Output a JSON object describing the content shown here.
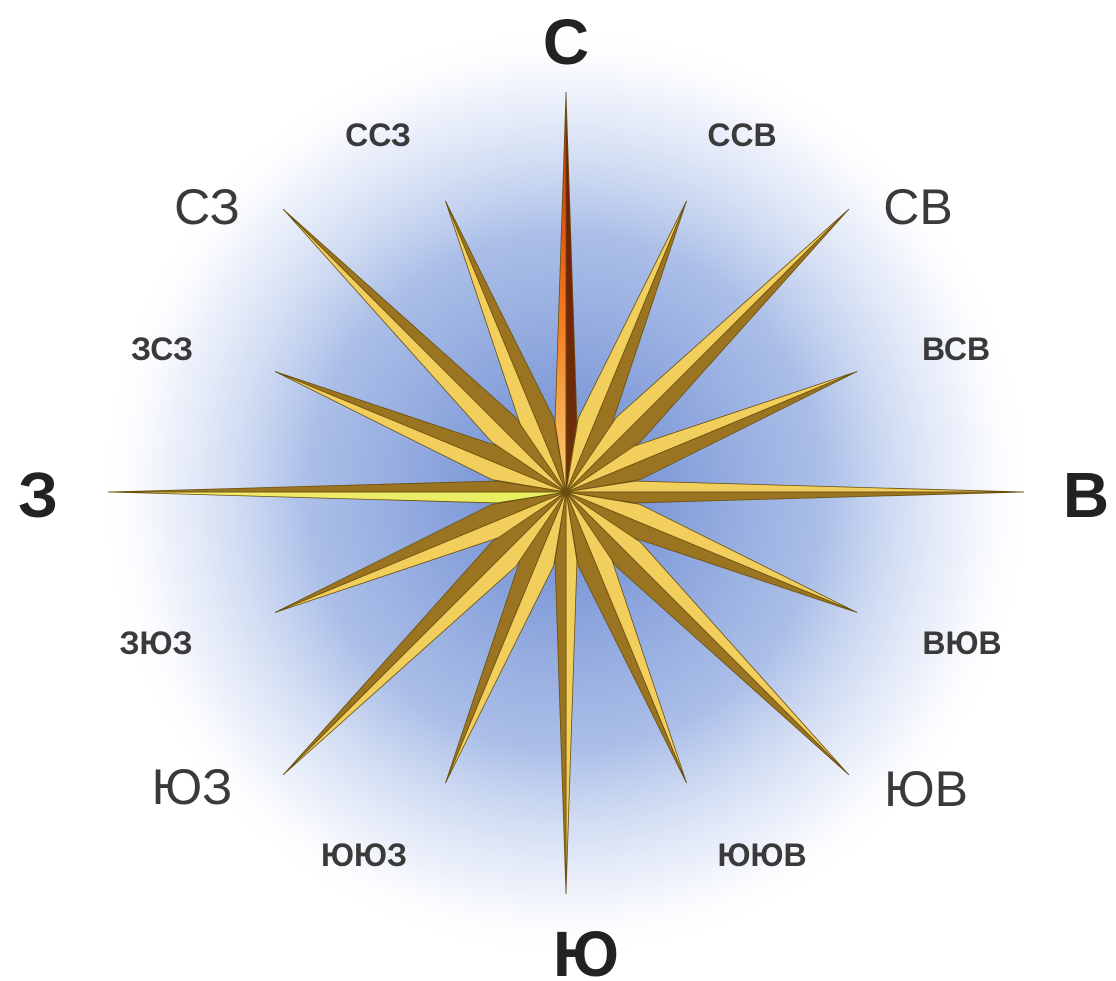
{
  "compass": {
    "labels": {
      "n": "С",
      "nne": "ССВ",
      "ne": "СВ",
      "ene": "ВСВ",
      "e": "В",
      "ese": "ВЮВ",
      "se": "ЮВ",
      "sse": "ЮЮВ",
      "s": "Ю",
      "ssw": "ЮЮЗ",
      "sw": "ЮЗ",
      "wsw": "ЗЮЗ",
      "w": "З",
      "wnw": "ЗСЗ",
      "nw": "СЗ",
      "nnw": "ССЗ"
    },
    "colors": {
      "halo": "#6f8fd8",
      "gold_light": "#f2cf5c",
      "gold_dark": "#9a7420",
      "north_light": "#f0a030",
      "north_dark": "#7a2a05",
      "west_light": "#eeea6a",
      "text": "#222222"
    }
  }
}
